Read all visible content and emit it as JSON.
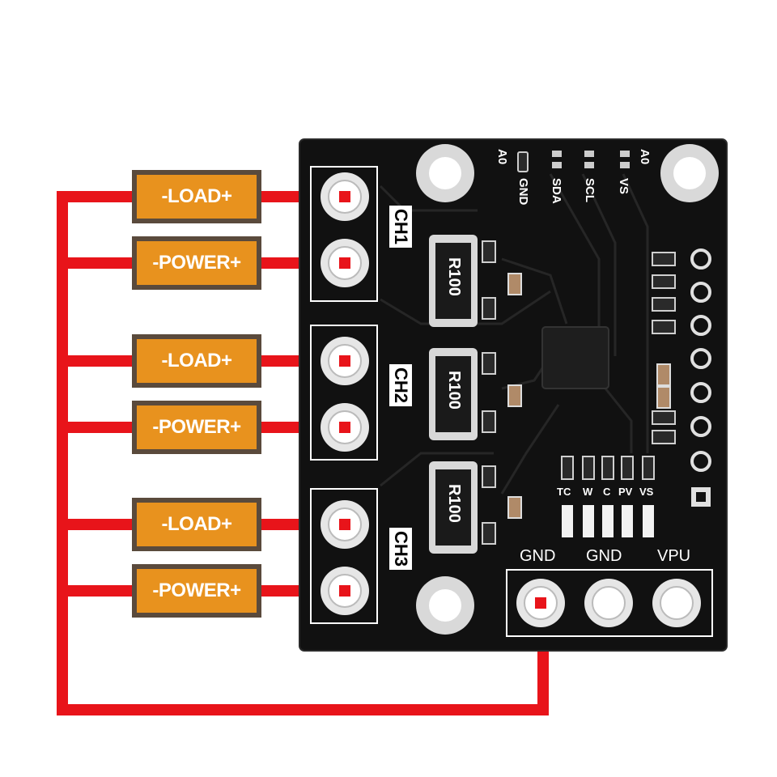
{
  "labels": {
    "load": "-LOAD+",
    "power": "-POWER+"
  },
  "channels": [
    "CH1",
    "CH2",
    "CH3"
  ],
  "resistor_marking": "R100",
  "header_top": [
    "A0",
    "GND",
    "SDA",
    "SCL",
    "VS",
    "A0"
  ],
  "bottom_terminals": [
    "GND",
    "GND",
    "VPU"
  ],
  "led_labels": [
    "TC",
    "W",
    "C",
    "PV",
    "VS"
  ],
  "colors": {
    "wire": "#e8141a",
    "label_fill": "#e8921e",
    "label_border": "#5a4a3c",
    "board": "#121212",
    "silkscreen": "#ffffff"
  }
}
